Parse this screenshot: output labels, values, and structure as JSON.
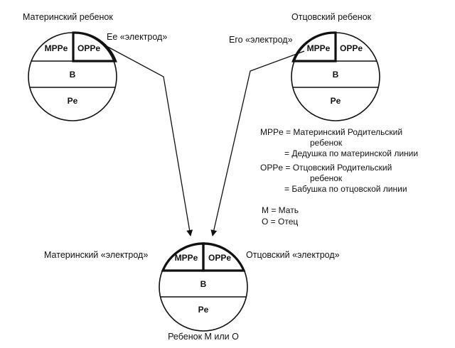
{
  "mother_child": {
    "title": "Материнский ребенок",
    "electrode_label": "Ее «электрод»",
    "cells": {
      "mp": "MPPe",
      "op": "OPPe",
      "b": "B",
      "r": "Pe"
    }
  },
  "father_child": {
    "title": "Отцовский ребенок",
    "electrode_label": "Его «электрод»",
    "cells": {
      "mp": "MPPe",
      "op": "OPPe",
      "b": "B",
      "r": "Pe"
    }
  },
  "child": {
    "caption": "Ребенок М или О",
    "left_label": "Материнский «электрод»",
    "right_label": "Отцовский «электрод»",
    "cells": {
      "mp": "MPPe",
      "op": "OPPe",
      "b": "B",
      "r": "Pe"
    }
  },
  "legend": {
    "mp_line1": "MPPe = Материнский Родительский",
    "mp_line2": "ребенок",
    "mp_line3": "= Дедушка по материнской линии",
    "op_line1": "OPPe = Отцовский Родительский",
    "op_line2": "ребенок",
    "op_line3": "= Бабушка по отцовской линии",
    "m_def": "M = Мать",
    "o_def": "O = Отец"
  },
  "colors": {
    "ink": "#111111",
    "background": "#ffffff"
  }
}
